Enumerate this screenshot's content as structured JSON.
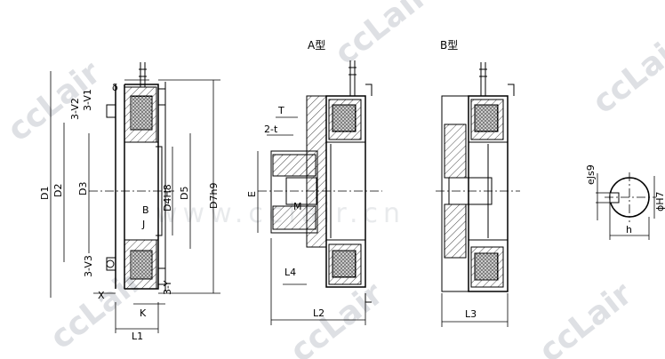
{
  "views": {
    "a_title": "A型",
    "b_title": "B型"
  },
  "watermark": {
    "brand": "ccLair",
    "url": "www.cclair.cn"
  },
  "dims_left": {
    "delta": "δ",
    "v2": "3-V2",
    "v1": "3-V1",
    "d1": "D1",
    "d2": "D2",
    "d3": "D3",
    "v3": "3-V3",
    "x": "X",
    "b": "B",
    "j": "J",
    "d4": "D4H8",
    "d5": "D5",
    "d7": "D7h9",
    "y": "3-Y",
    "k": "K",
    "l1": "L1"
  },
  "dims_a": {
    "t": "T",
    "t2": "2-t",
    "e": "E",
    "m": "M",
    "l4": "L4",
    "l2": "L2"
  },
  "dims_b": {
    "l3": "L3"
  },
  "dims_keyway": {
    "ejs9": "eJs9",
    "h": "h",
    "h7": "ϕH7"
  }
}
